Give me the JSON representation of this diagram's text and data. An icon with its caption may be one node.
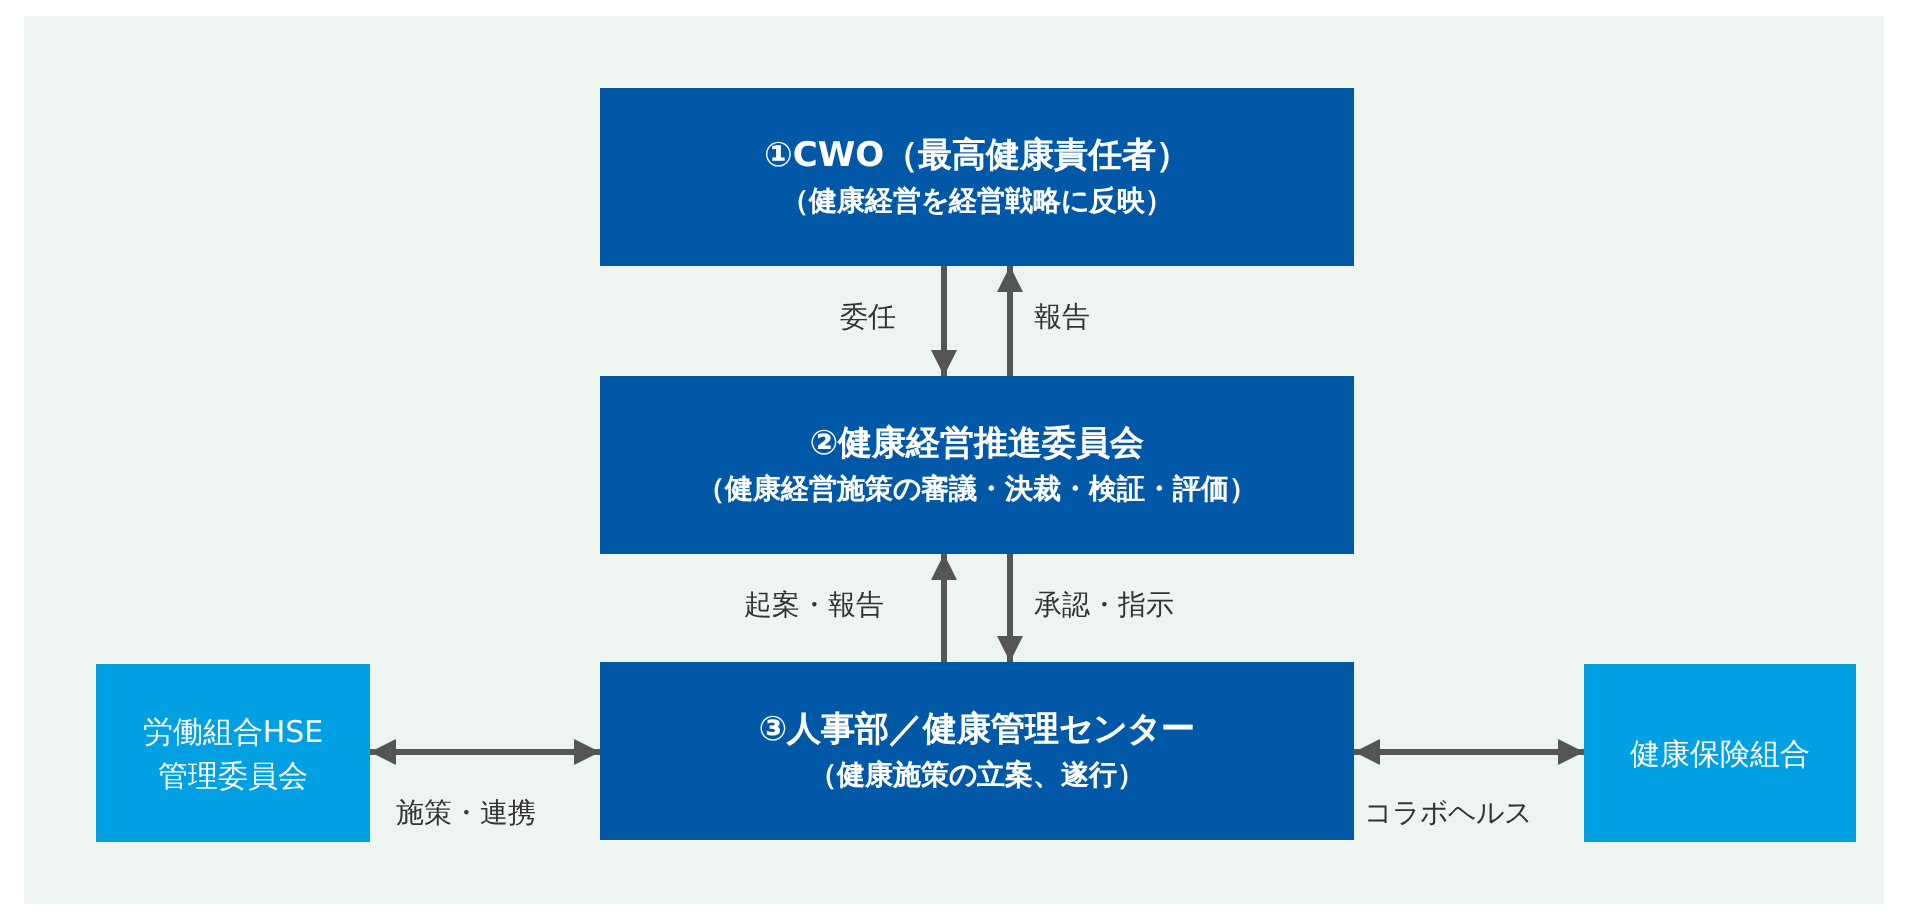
{
  "diagram": {
    "nodes": [
      {
        "text": [
          "①CWO（最高健康責任者）",
          "（健康経営を経営戦略に反映）"
        ]
      },
      {
        "text": [
          "②健康経営推進委員会",
          "（健康経営施策の審議・決裁・検証・評価）"
        ]
      },
      {
        "text": [
          "労働組合HSE管理委員会"
        ]
      },
      {
        "text": [
          "③人事部／健康管理センター",
          "（健康施策の立案、遂行）"
        ]
      },
      {
        "text": [
          "健康保険組合"
        ]
      }
    ],
    "edges": [
      {
        "from": 0,
        "to": 1,
        "arrow": "to",
        "label": "委任"
      },
      {
        "from": 1,
        "to": 0,
        "arrow": "to",
        "label": "報告"
      },
      {
        "from": 3,
        "to": 1,
        "arrow": "to",
        "label": "起案・報告"
      },
      {
        "from": 1,
        "to": 3,
        "arrow": "to",
        "label": "承認・指示"
      },
      {
        "from": 2,
        "to": 3,
        "arrow": "both",
        "label": "施策・連携"
      },
      {
        "from": 3,
        "to": 4,
        "arrow": "both",
        "label": "コラボヘルス"
      }
    ]
  }
}
